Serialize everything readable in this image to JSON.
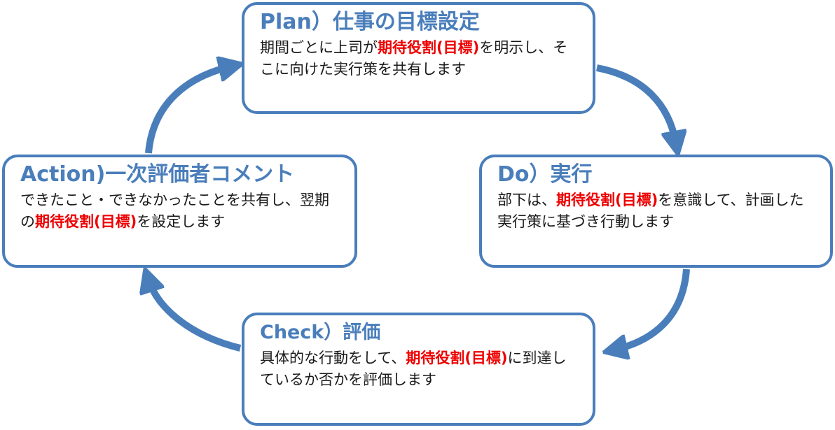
{
  "diagram": {
    "type": "cycle",
    "accent_color": "#4a7ebb",
    "emphasis_color": "#ee0000",
    "nodes": [
      {
        "id": "plan",
        "title": "Plan）仕事の目標設定",
        "desc_pre": "期間ごとに上司が",
        "emphasis": "期待役割(目標)",
        "desc_post": "を明示し、そこに向けた実行策を共有します"
      },
      {
        "id": "do",
        "title": "Do）実行",
        "desc_pre": "部下は、",
        "emphasis": "期待役割(目標)",
        "desc_post": "を意識して、計画した実行策に基づき行動します"
      },
      {
        "id": "check",
        "title": "Check）評価",
        "desc_pre": "具体的な行動をして、",
        "emphasis": "期待役割(目標)",
        "desc_post": "に到達しているか否かを評価します"
      },
      {
        "id": "action",
        "title": "Action)一次評価者コメント",
        "desc_pre": "できたこと・できなかったことを共有し、翌期の",
        "emphasis": "期待役割(目標)",
        "desc_post": "を設定します"
      }
    ],
    "edges": [
      {
        "from": "plan",
        "to": "do",
        "arrow_icon": "curved-arrow-icon"
      },
      {
        "from": "do",
        "to": "check",
        "arrow_icon": "curved-arrow-icon"
      },
      {
        "from": "check",
        "to": "action",
        "arrow_icon": "curved-arrow-icon"
      },
      {
        "from": "action",
        "to": "plan",
        "arrow_icon": "curved-arrow-icon"
      }
    ]
  }
}
